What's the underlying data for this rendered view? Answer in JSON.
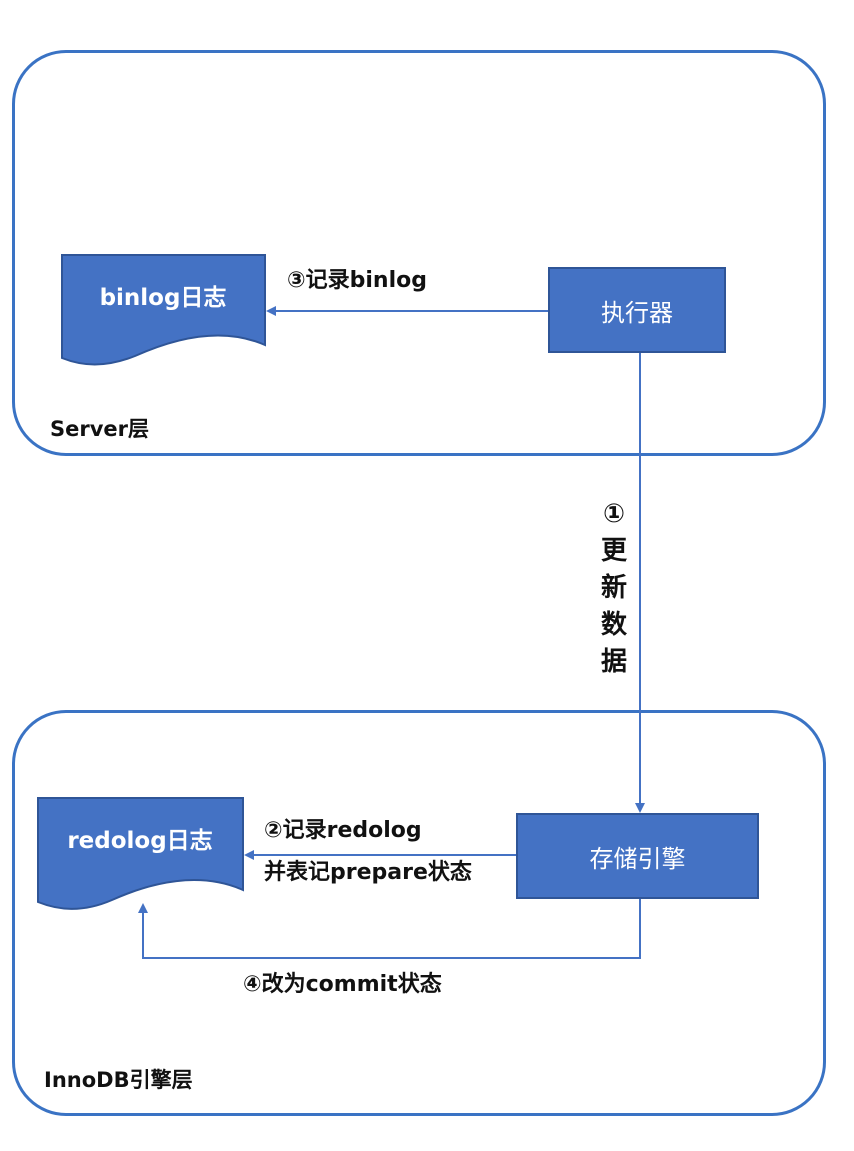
{
  "server_layer": {
    "label": "Server层"
  },
  "innodb_layer": {
    "label": "InnoDB引擎层"
  },
  "executor": {
    "label": "执行器"
  },
  "storage_engine": {
    "label": "存储引擎"
  },
  "binlog_doc": {
    "label": "binlog日志"
  },
  "redolog_doc": {
    "label": "redolog日志"
  },
  "steps": {
    "step1": "①更新数据",
    "step2_line1": "②记录redolog",
    "step2_line2": "并表记prepare状态",
    "step3": "③记录binlog",
    "step4": "④改为commit状态"
  },
  "colors": {
    "box_fill": "#4472c4",
    "border": "#3a73c4",
    "arrow": "#4472c4"
  }
}
